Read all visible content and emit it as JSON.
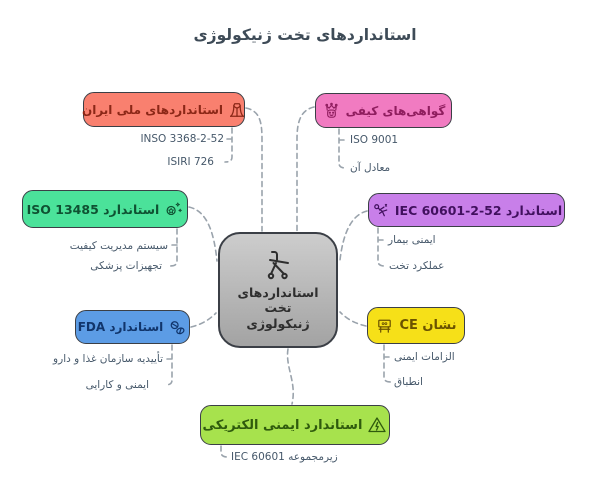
{
  "title": "استانداردهای تخت ژنیکولوژی",
  "colors": {
    "title": "#3E4B57",
    "connector": "#9AA3AC",
    "sub_text": "#46586A",
    "node_border": "#3B3F46",
    "center_fill_top": "#CDCDCD",
    "center_fill_bottom": "#A3A3A3",
    "center_text": "#2E2E2E"
  },
  "center": {
    "icon": "gyn-chair-icon",
    "lines": [
      "استانداردهای",
      "تخت",
      "ژنیکولوژی"
    ]
  },
  "nodes": [
    {
      "id": "iran",
      "label": "استانداردهای ملی ایران",
      "icon": "azadi-tower-icon",
      "fill": "#F9806F",
      "text": "#8B2717",
      "children": [
        "INSO 3368-2-52",
        "ISIRI 726"
      ]
    },
    {
      "id": "quality-certs",
      "label": "گواهی‌های کیفی",
      "icon": "crown-badge-icon",
      "fill": "#F17BC1",
      "text": "#8F1D5E",
      "children": [
        "ISO 9001",
        "معادل آن"
      ]
    },
    {
      "id": "iso-13485",
      "label": "استاندارد ISO 13485",
      "icon": "certificate-seal-icon",
      "fill": "#4BE29A",
      "text": "#0F5132",
      "children": [
        "سیستم مدیریت کیفیت",
        "تجهیزات پزشکی"
      ]
    },
    {
      "id": "iec-60601-2-52",
      "label": "استاندارد IEC 60601-2-52",
      "icon": "patient-safety-icon",
      "fill": "#C87FE9",
      "text": "#41105E",
      "children": [
        "ایمنی بیمار",
        "عملکرد تخت"
      ]
    },
    {
      "id": "fda",
      "label": "استاندارد FDA",
      "icon": "pills-icon",
      "fill": "#5C9CE5",
      "text": "#11356B",
      "children": [
        "تأییدیه سازمان غذا و دارو",
        "ایمنی و کارایی"
      ]
    },
    {
      "id": "ce-mark",
      "label": "نشان CE",
      "icon": "ce-sign-icon",
      "fill": "#F6E018",
      "text": "#6B5300",
      "children": [
        "الزامات ایمنی",
        "انطباق"
      ]
    },
    {
      "id": "electrical-safety",
      "label": "استاندارد ایمنی الکتریکی",
      "icon": "electrical-warning-icon",
      "fill": "#A7E24D",
      "text": "#2F5B0D",
      "children": [
        "زیرمجموعه IEC 60601"
      ]
    }
  ]
}
